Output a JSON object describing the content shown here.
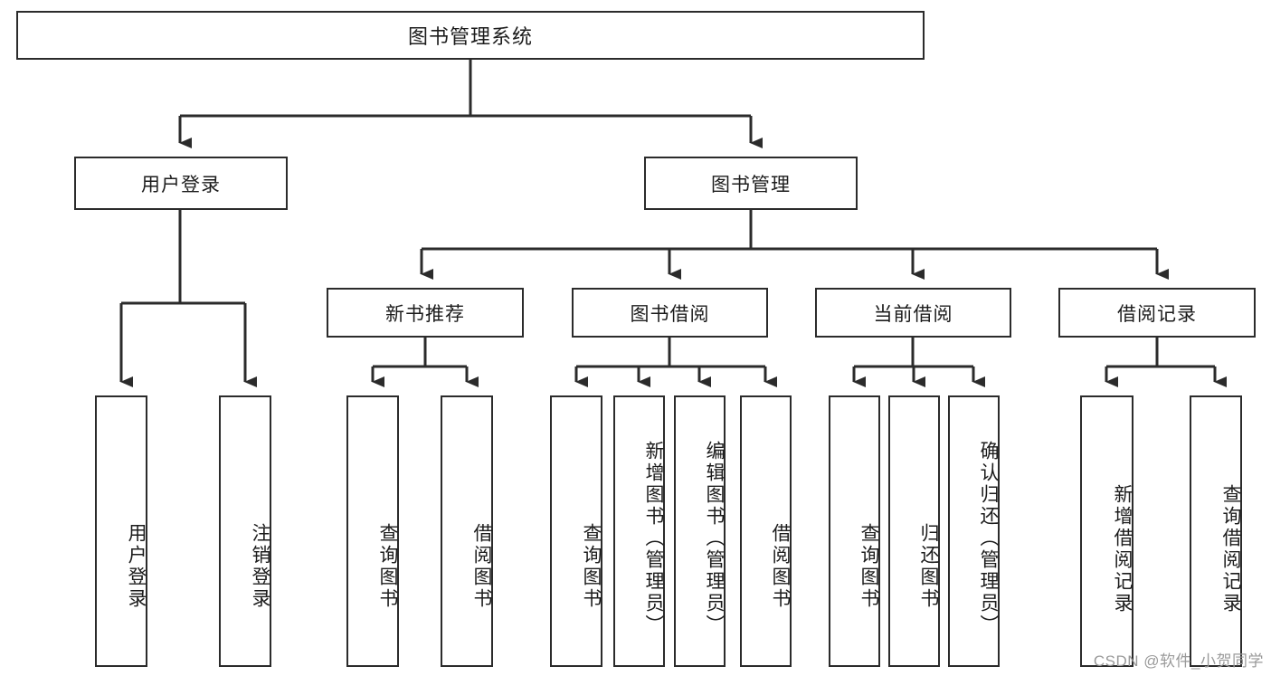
{
  "diagram": {
    "title": "图书管理系统",
    "type": "tree-hierarchy",
    "root": {
      "label": "图书管理系统"
    },
    "level2": [
      {
        "label": "用户登录"
      },
      {
        "label": "图书管理"
      }
    ],
    "level3": [
      {
        "label": "新书推荐"
      },
      {
        "label": "图书借阅"
      },
      {
        "label": "当前借阅"
      },
      {
        "label": "借阅记录"
      }
    ],
    "leaves": {
      "user_login": [
        {
          "label": "用户登录"
        },
        {
          "label": "注销登录"
        }
      ],
      "new_book_recommend": [
        {
          "label": "查询图书"
        },
        {
          "label": "借阅图书"
        }
      ],
      "book_borrow": [
        {
          "label": "查询图书"
        },
        {
          "label": "新增图书（管理员）"
        },
        {
          "label": "编辑图书（管理员）"
        },
        {
          "label": "借阅图书"
        }
      ],
      "current_borrow": [
        {
          "label": "查询图书"
        },
        {
          "label": "归还图书"
        },
        {
          "label": "确认归还（管理员）"
        }
      ],
      "borrow_record": [
        {
          "label": "新增借阅记录"
        },
        {
          "label": "查询借阅记录"
        }
      ]
    }
  },
  "watermark": {
    "text": "CSDN @软件_小贺同学"
  },
  "colors": {
    "stroke": "#2b2b2b",
    "box_fill": "#ffffff",
    "text": "#1c1c1c",
    "watermark": "#9a9a9a",
    "background": "#ffffff"
  }
}
